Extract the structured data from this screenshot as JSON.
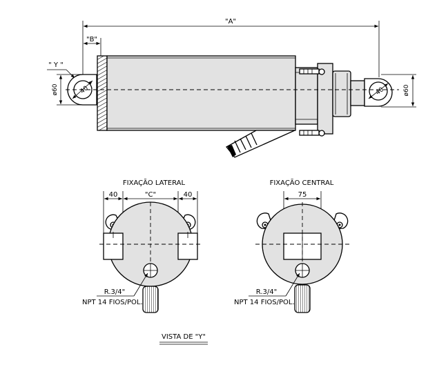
{
  "side_view": {
    "dim_a": "\"A\"",
    "dim_b": "\"B\"",
    "view_marker": "\" Y \"",
    "dia_left": "ø60",
    "dia_right": "ø60",
    "bore_left": "40",
    "bore_right": "40"
  },
  "lateral": {
    "title": "FIXAÇÃO LATERAL",
    "dim_left": "40",
    "dim_center": "\"C\"",
    "dim_right": "40",
    "port_line1": "R.3/4\"",
    "port_line2": "NPT 14 FIOS/POL."
  },
  "central": {
    "title": "FIXAÇÃO CENTRAL",
    "dim_center": "75",
    "port_line1": "R.3/4\"",
    "port_line2": "NPT 14 FIOS/POL."
  },
  "footer": {
    "view_title": "VISTA DE \"Y\""
  }
}
